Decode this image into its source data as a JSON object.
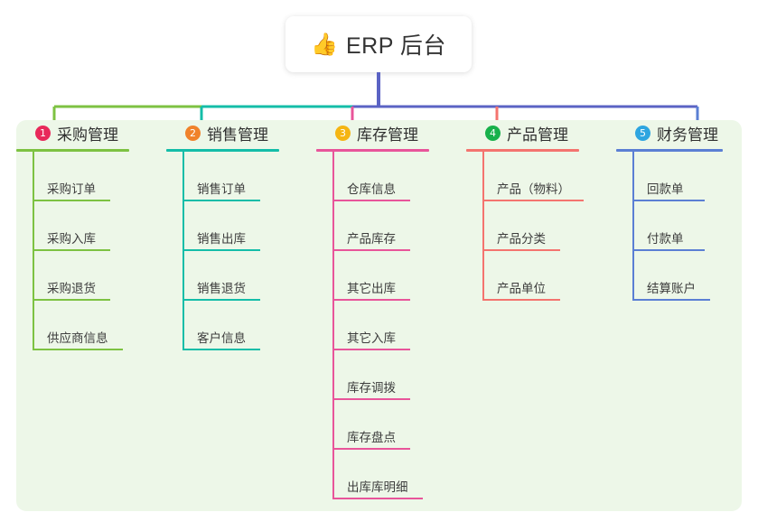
{
  "root": {
    "icon": "thumbs-up-icon",
    "emoji": "👍",
    "title": "ERP 后台"
  },
  "panel": {
    "background": "#edf7e8"
  },
  "connector": {
    "trunk_color": "#5b63c4",
    "segment_colors": [
      "#7dc242",
      "#14bda8",
      "#5b63c4"
    ]
  },
  "columns": [
    {
      "number": "1",
      "title": "采购管理",
      "badge_color": "#e8295a",
      "line_color": "#7dc242",
      "items": [
        {
          "label": "采购订单",
          "rule_width": 86
        },
        {
          "label": "采购入库",
          "rule_width": 86
        },
        {
          "label": "采购退货",
          "rule_width": 86
        },
        {
          "label": "供应商信息",
          "rule_width": 100
        }
      ]
    },
    {
      "number": "2",
      "title": "销售管理",
      "badge_color": "#f0822b",
      "line_color": "#14bda8",
      "items": [
        {
          "label": "销售订单",
          "rule_width": 86
        },
        {
          "label": "销售出库",
          "rule_width": 86
        },
        {
          "label": "销售退货",
          "rule_width": 86
        },
        {
          "label": "客户信息",
          "rule_width": 86
        }
      ]
    },
    {
      "number": "3",
      "title": "库存管理",
      "badge_color": "#f5b513",
      "line_color": "#e8559a",
      "items": [
        {
          "label": "仓库信息",
          "rule_width": 86
        },
        {
          "label": "产品库存",
          "rule_width": 86
        },
        {
          "label": "其它出库",
          "rule_width": 86
        },
        {
          "label": "其它入库",
          "rule_width": 86
        },
        {
          "label": "库存调拨",
          "rule_width": 86
        },
        {
          "label": "库存盘点",
          "rule_width": 86
        },
        {
          "label": "出库库明细",
          "rule_width": 100
        }
      ]
    },
    {
      "number": "4",
      "title": "产品管理",
      "badge_color": "#18b14b",
      "line_color": "#f4746f",
      "items": [
        {
          "label": "产品（物料）",
          "rule_width": 112
        },
        {
          "label": "产品分类",
          "rule_width": 86
        },
        {
          "label": "产品单位",
          "rule_width": 86
        }
      ]
    },
    {
      "number": "5",
      "title": "财务管理",
      "badge_color": "#2ea5e0",
      "line_color": "#5b7fd4",
      "items": [
        {
          "label": "回款单",
          "rule_width": 80
        },
        {
          "label": "付款单",
          "rule_width": 80
        },
        {
          "label": "结算账户",
          "rule_width": 86
        }
      ]
    }
  ]
}
